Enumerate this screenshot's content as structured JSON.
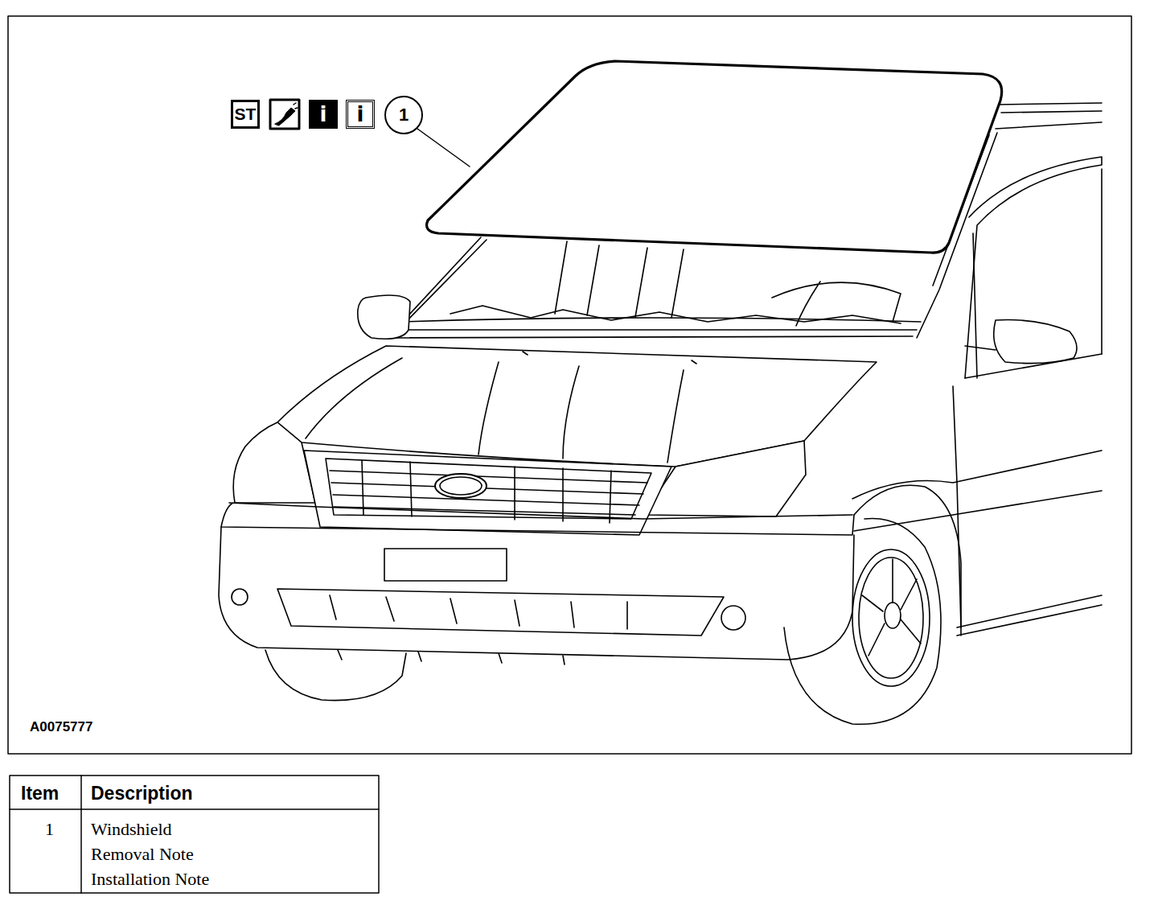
{
  "diagram": {
    "nodes": [
      {
        "text": [
          "ST"
        ]
      },
      {
        "text": [
          "i"
        ]
      },
      {
        "text": [
          "i"
        ]
      },
      {
        "text": [
          "1"
        ]
      }
    ],
    "labels": [
      "A0075777",
      "Item",
      "Description",
      "1",
      "Windshield",
      "Removal Note",
      "Installation Note"
    ]
  }
}
